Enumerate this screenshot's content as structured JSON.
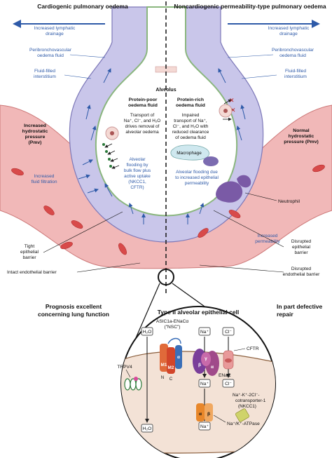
{
  "headers": {
    "left": "Cardiogenic pulmonary oedema",
    "right": "Noncardiogenic permeability-type pulmonary oedema"
  },
  "left_labels": {
    "lymph_drainage": [
      "Increased lymphatic",
      "drainage"
    ],
    "peribronch": [
      "Peribronchovascular",
      "oedema fluid"
    ],
    "interstitium": [
      "Fluid-filled",
      "interstitium"
    ],
    "hydrostatic": [
      "Increased",
      "hydrostatic",
      "pressure",
      "(Pmv)"
    ],
    "filtration": [
      "Increased",
      "fluid filtration"
    ],
    "tight_barrier": [
      "Tight",
      "epithelial",
      "barrier"
    ],
    "endo_barrier": "Intact endothelial barrier"
  },
  "right_labels": {
    "lymph_drainage": [
      "Increased lymphatic",
      "drainage"
    ],
    "peribronch": [
      "Peribronchovascular",
      "oedema fluid"
    ],
    "interstitium": [
      "Fluid-filled",
      "interstitium"
    ],
    "hydrostatic": [
      "Normal",
      "hydrostatic",
      "pressure (Pmv)"
    ],
    "neutrophil": "Neutrophil",
    "disrupted_epi": [
      "Disrupted",
      "epithelial",
      "barrier"
    ],
    "disrupted_endo": [
      "Disrupted",
      "endothelial barrier"
    ],
    "permeability": [
      "Increased",
      "permeability"
    ]
  },
  "alveolus": {
    "title": "Alveolus",
    "poor_title": [
      "Protein-poor",
      "oedema fluid"
    ],
    "poor_text": [
      "Transport of",
      "Na⁺, Cl⁻, and H₂O",
      "drives removal of",
      "alveolar oedema"
    ],
    "rich_title": [
      "Protein-rich",
      "oedema fluid"
    ],
    "rich_text": [
      "Impaired",
      "transport of Na⁺,",
      "Cl⁻, and H₂O with",
      "reduced clearance",
      "of oedema fluid"
    ],
    "macrophage": "Macrophage",
    "flood_left": [
      "Alveolar",
      "flooding by",
      "bulk flow plus",
      "active uptake",
      "(NKCC1,",
      "CFTR)"
    ],
    "flood_right": [
      "Alveolar flooding due",
      "to increased epithelial",
      "permeability"
    ]
  },
  "bottom": {
    "prognosis": [
      "Prognosis excellent",
      "concerning lung function"
    ],
    "repair": [
      "In part defective",
      "repair"
    ],
    "cell_title": "Type II alveolar epithelial cell",
    "asic": [
      "ASIC1a-ENaCα",
      "(\"NSC\")"
    ],
    "trpv4": "TRPV4",
    "enac": "ENaC",
    "cftr": "CFTR",
    "nkcc": [
      "Na⁺-K⁺-2Cl⁻-",
      "cotransporter-1",
      "(NKCC1)"
    ],
    "atpase": "Na⁺/K⁺-ATPase",
    "h2o": "H₂O",
    "na": "Na⁺",
    "cl": "Cl⁻",
    "alpha": "α",
    "beta": "β",
    "gamma": "γ",
    "m1": "M1",
    "m2": "M2",
    "n": "N",
    "c": "C"
  },
  "colors": {
    "vessel": "#f1b8b8",
    "interstitium": "#c9c6ea",
    "airway_wall": "#f4d9d4",
    "cell": "#f3e2d6",
    "label_blue": "#2e5aa8",
    "macrophage": "#7b6bb0",
    "neutrophil": "#7a5aa6"
  }
}
